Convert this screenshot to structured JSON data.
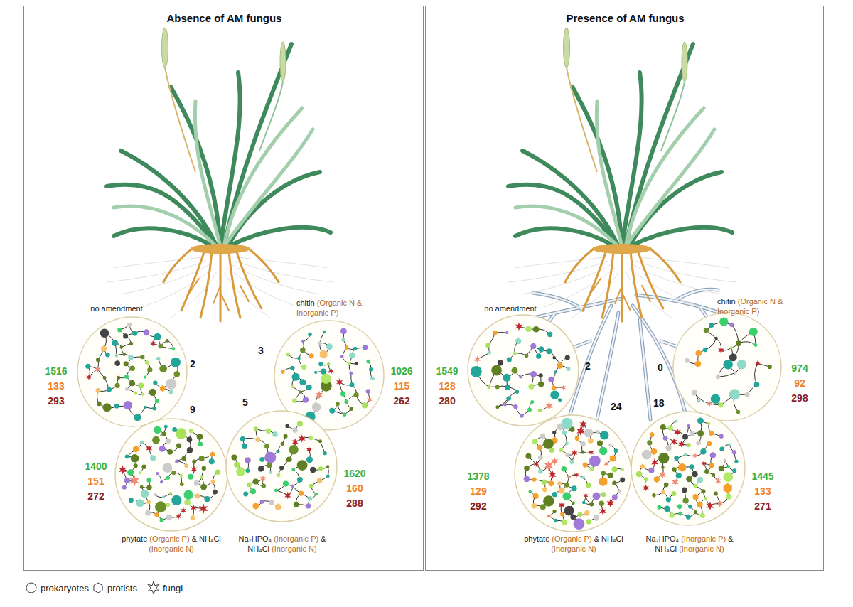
{
  "diagram": {
    "nodes": [
      {
        "text": [
          "Absence of AM fungus"
        ]
      },
      {
        "text": [
          "no amendment",
          "1516",
          "133",
          "293",
          "2"
        ],
        "in": 0
      },
      {
        "text": [
          "chitin (Organic N & Inorganic P)",
          "1026",
          "115",
          "262",
          "3"
        ],
        "in": 0
      },
      {
        "text": [
          "phytate (Organic P) & NH₄Cl (Inorganic N)",
          "1400",
          "151",
          "272",
          "9"
        ],
        "in": 0
      },
      {
        "text": [
          "Na₂HPO₄ (Inorganic P) & NH₄Cl (Inorganic N)",
          "1620",
          "160",
          "288",
          "5"
        ],
        "in": 0
      },
      {
        "text": [
          "Presence of AM fungus"
        ]
      },
      {
        "text": [
          "no amendment",
          "1549",
          "128",
          "280",
          "2"
        ],
        "in": 5
      },
      {
        "text": [
          "chitin (Organic N & Inorganic P)",
          "974",
          "92",
          "298",
          "0"
        ],
        "in": 5
      },
      {
        "text": [
          "phytate (Organic P) & NH₄Cl (Inorganic N)",
          "1378",
          "129",
          "292",
          "24"
        ],
        "in": 5
      },
      {
        "text": [
          "Na₂HPO₄ (Inorganic P) & NH₄Cl (Inorganic N)",
          "1445",
          "133",
          "271",
          "18"
        ],
        "in": 5
      }
    ],
    "legend": [
      {
        "text": "prokaryotes"
      },
      {
        "text": "protists"
      },
      {
        "text": "fungi"
      }
    ]
  }
}
